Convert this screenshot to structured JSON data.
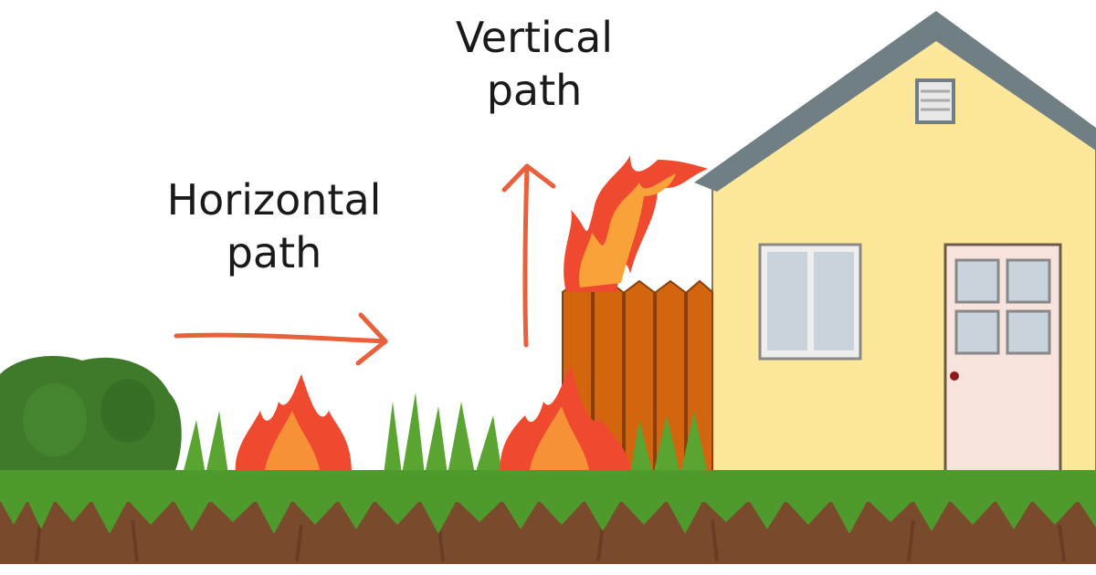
{
  "labels": {
    "horizontal_line1": "Horizontal",
    "horizontal_line2": "path",
    "vertical_line1": "Vertical",
    "vertical_line2": "path"
  },
  "colors": {
    "arrow": "#e8603c",
    "house_wall": "#fde79a",
    "roof": "#6f7f84",
    "fence": "#d4650f",
    "flame_outer": "#ef4a2f",
    "flame_inner": "#f9a23a",
    "grass": "#4f9a2c",
    "soil": "#7a4a2c",
    "bush": "#3f7a2a",
    "door": "#f7e2dc",
    "window_glass": "#c9d3db"
  }
}
